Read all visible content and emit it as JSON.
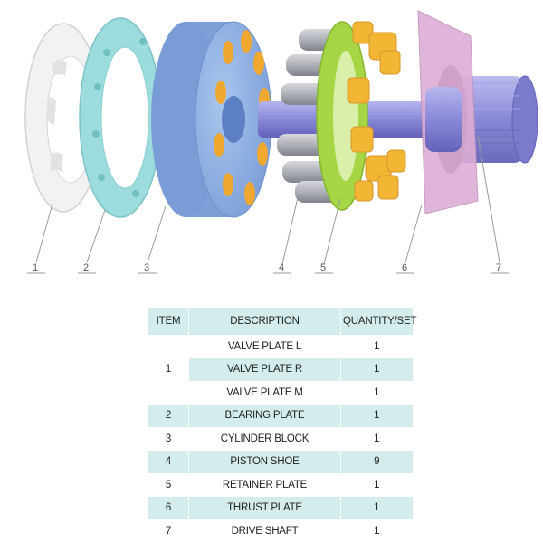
{
  "callouts": [
    "1",
    "2",
    "3",
    "4",
    "5",
    "6",
    "7"
  ],
  "table": {
    "headers": [
      "ITEM",
      "DESCRIPTION",
      "QUANTITY/SET"
    ],
    "group": {
      "item": "1",
      "rows": [
        {
          "description": "VALVE PLATE L",
          "qty": "1"
        },
        {
          "description": "VALVE PLATE R",
          "qty": "1"
        },
        {
          "description": "VALVE PLATE M",
          "qty": "1"
        }
      ]
    },
    "rows": [
      {
        "item": "2",
        "description": "BEARING PLATE",
        "qty": "1"
      },
      {
        "item": "3",
        "description": "CYLINDER BLOCK",
        "qty": "1"
      },
      {
        "item": "4",
        "description": "PISTON SHOE",
        "qty": "9"
      },
      {
        "item": "5",
        "description": "RETAINER PLATE",
        "qty": "1"
      },
      {
        "item": "6",
        "description": "THRUST PLATE",
        "qty": "1"
      },
      {
        "item": "7",
        "description": "DRIVE SHAFT",
        "qty": "1"
      }
    ]
  },
  "colors": {
    "valve_plate": "#f4f4f4",
    "bearing_plate": "#9ddcdc",
    "cylinder_block": "#8fb4e6",
    "cylinder_bore": "#f0a830",
    "piston": "#a9acb3",
    "piston_shoe": "#f2b534",
    "retainer_plate": "#a6d645",
    "thrust_plate": "#dcaed6",
    "drive_shaft": "#8a89d8",
    "table_tint": "#d4ecec"
  }
}
